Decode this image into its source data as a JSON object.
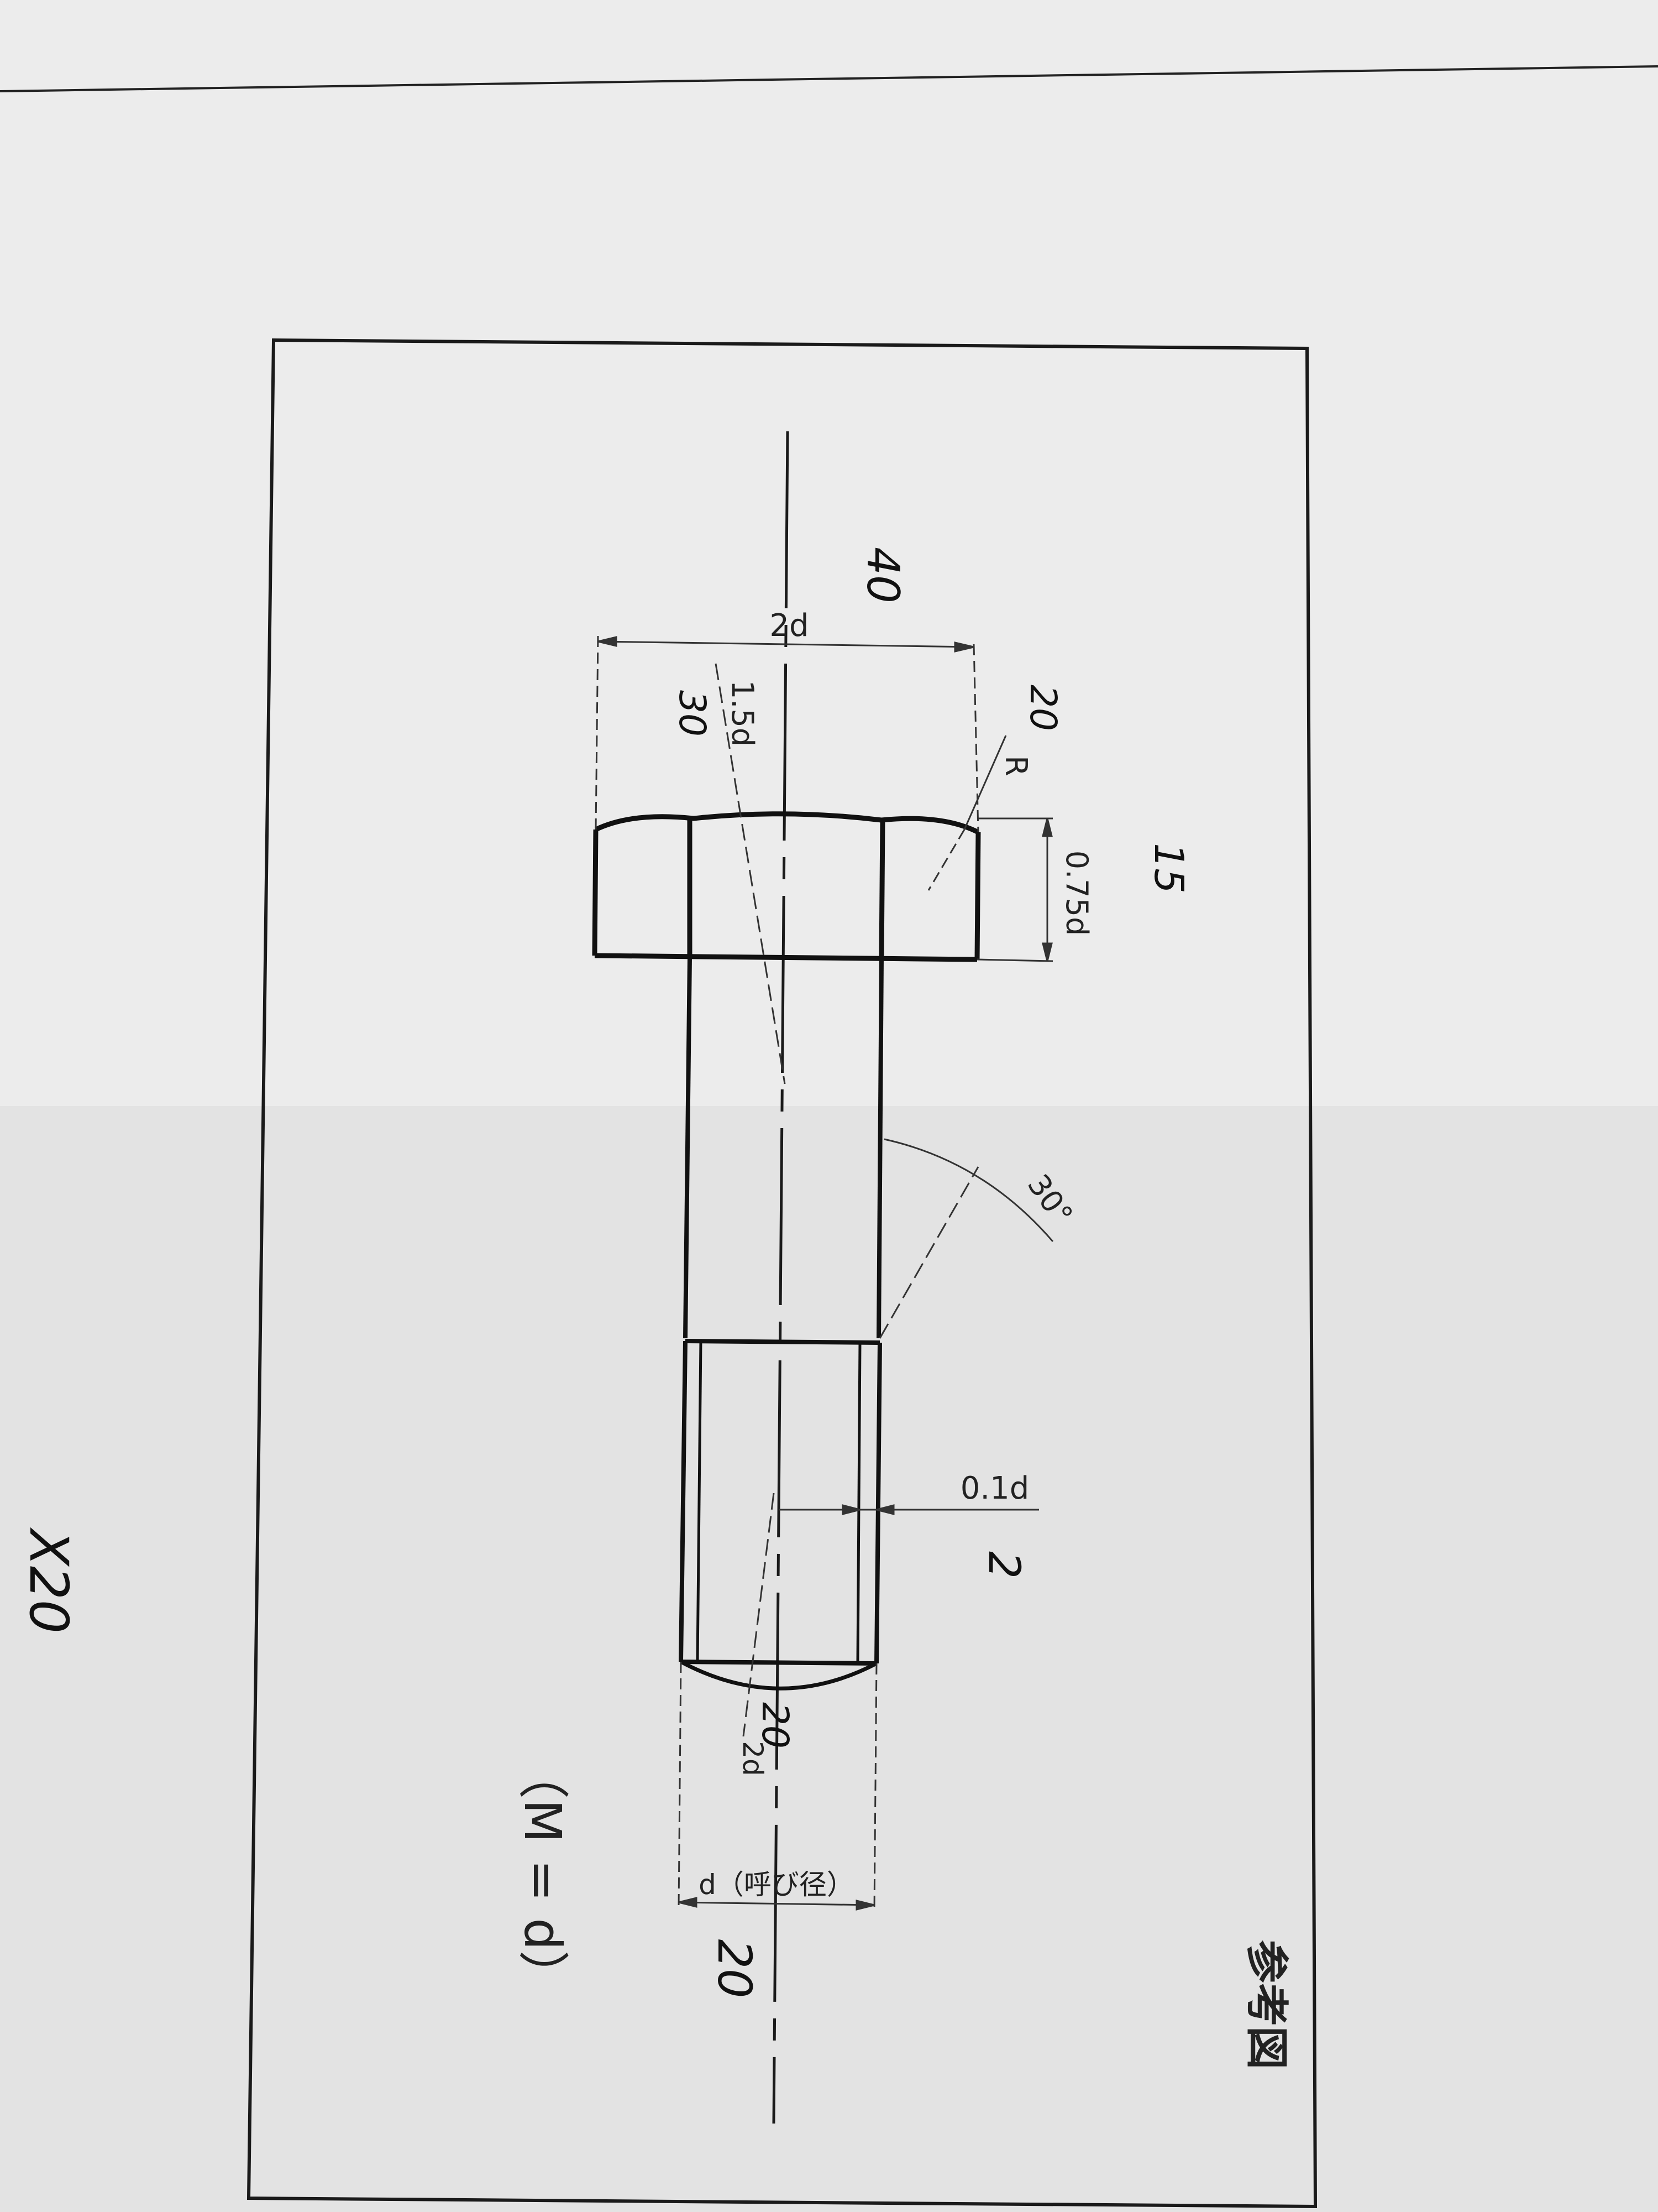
{
  "sheet": {
    "paper_color": "#ececec",
    "ink_color": "#1a1a1a"
  },
  "drawing": {
    "title": "参考図",
    "caption": "（M = d）",
    "dimensions": {
      "head_width": "2d",
      "chamfer_diameter": "1.5d",
      "head_radius": "R",
      "head_height": "0.75d",
      "chamfer_angle": "30°",
      "thread_depth": "0.1d",
      "end_radius": "2d",
      "nominal_diameter": "d（呼び径）"
    }
  },
  "handwritten_notes": {
    "top_note": "40",
    "chamfer_note": "30",
    "radius_note": "20",
    "head_height_note": "15",
    "thread_note": "2",
    "end_radius_note": "20",
    "diameter_note": "20",
    "margin_note": "X20"
  }
}
